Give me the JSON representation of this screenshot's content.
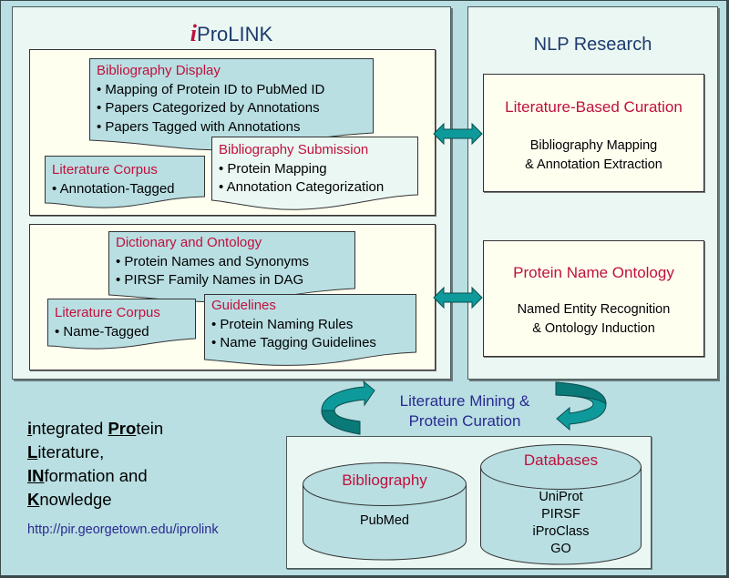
{
  "colors": {
    "background": "#b9dfe3",
    "frame": "#eaf7f2",
    "panel": "#fffff0",
    "doc_fill": "#b9dfe3",
    "doc_fill_light": "#eaf7f2",
    "heading_red": "#c0103c",
    "title_blue": "#1e3a6e",
    "link_blue": "#2a2a90",
    "arrow_teal": "#0e9a9a"
  },
  "iprolink": {
    "title_prefix": "i",
    "title_rest": "ProLINK",
    "top_panel": {
      "bibliography_display": {
        "heading": "Bibliography Display",
        "items": [
          "• Mapping of Protein ID to PubMed ID",
          "• Papers Categorized by Annotations",
          "• Papers Tagged with Annotations"
        ]
      },
      "literature_corpus": {
        "heading": "Literature Corpus",
        "items": [
          "• Annotation-Tagged"
        ]
      },
      "bibliography_submission": {
        "heading": "Bibliography Submission",
        "items": [
          "• Protein Mapping",
          "• Annotation Categorization"
        ]
      }
    },
    "bottom_panel": {
      "dictionary_ontology": {
        "heading": "Dictionary and Ontology",
        "items": [
          "• Protein Names and Synonyms",
          "• PIRSF Family Names in DAG"
        ]
      },
      "literature_corpus": {
        "heading": "Literature Corpus",
        "items": [
          "• Name-Tagged"
        ]
      },
      "guidelines": {
        "heading": "Guidelines",
        "items": [
          "• Protein Naming Rules",
          "• Name Tagging Guidelines"
        ]
      }
    }
  },
  "nlp": {
    "title": "NLP Research",
    "literature_based_curation": {
      "heading": "Literature-Based Curation",
      "lines": [
        "Bibliography Mapping",
        "& Annotation Extraction"
      ]
    },
    "protein_name_ontology": {
      "heading": "Protein Name Ontology",
      "lines": [
        "Named Entity Recognition",
        "& Ontology Induction"
      ]
    }
  },
  "cycle": {
    "lines": [
      "Literature Mining &",
      "Protein Curation"
    ]
  },
  "databases": {
    "bibliography": {
      "heading": "Bibliography",
      "items": [
        "PubMed"
      ]
    },
    "databases": {
      "heading": "Databases",
      "items": [
        "UniProt",
        "PIRSF",
        "iProClass",
        "GO"
      ]
    }
  },
  "acronym": {
    "lines": [
      [
        {
          "b": "i"
        },
        {
          "t": "ntegrated "
        },
        {
          "b": "Pro"
        },
        {
          "t": "tein"
        }
      ],
      [
        {
          "b": "L"
        },
        {
          "t": "iterature,"
        }
      ],
      [
        {
          "b": "IN"
        },
        {
          "t": "formation and"
        }
      ],
      [
        {
          "b": "K"
        },
        {
          "t": "nowledge"
        }
      ]
    ],
    "url": "http://pir.georgetown.edu/iprolink"
  }
}
